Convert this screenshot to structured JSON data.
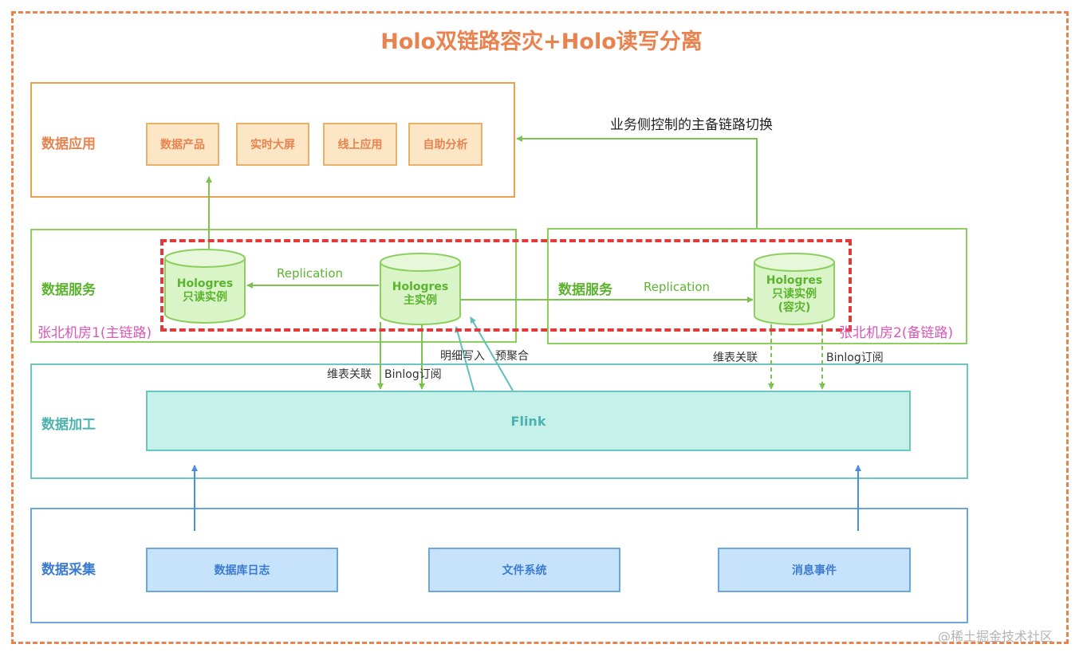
{
  "title": "Holo双链路容灾+Holo读写分离",
  "layers": {
    "application": {
      "label": "数据应用",
      "items": [
        "数据产品",
        "实时大屏",
        "线上应用",
        "自助分析"
      ]
    },
    "service_primary": {
      "label": "数据服务",
      "room": "张北机房1(主链路)"
    },
    "service_backup": {
      "label": "数据服务",
      "room": "张北机房2(备链路)"
    },
    "processing": {
      "label": "数据加工",
      "engine": "Flink"
    },
    "collection": {
      "label": "数据采集",
      "items": [
        "数据库日志",
        "文件系统",
        "消息事件"
      ]
    }
  },
  "instances": {
    "readonly_primary": {
      "line1": "Hologres",
      "line2": "只读实例"
    },
    "main": {
      "line1": "Hologres",
      "line2": "主实例"
    },
    "readonly_backup": {
      "line1": "Hologres",
      "line2": "只读实例",
      "line3": "(容灾)"
    }
  },
  "edge_labels": {
    "replication_left": "Replication",
    "replication_right": "Replication",
    "switch_control": "业务侧控制的主备链路切换",
    "dim_join_main": "维表关联",
    "binlog_main": "Binlog订阅",
    "detail_write": "明细写入",
    "pre_agg": "预聚合",
    "dim_join_backup": "维表关联",
    "binlog_backup": "Binlog订阅"
  },
  "watermark": "@稀土掘金技术社区",
  "colors": {
    "title": "#e8834f",
    "application": "#e9a14d",
    "service": "#8ccf5e",
    "processing": "#6cc5c0",
    "collection": "#6aa6e0",
    "room_label": "#d957b6",
    "highlight_frame": "#e23a3a"
  }
}
